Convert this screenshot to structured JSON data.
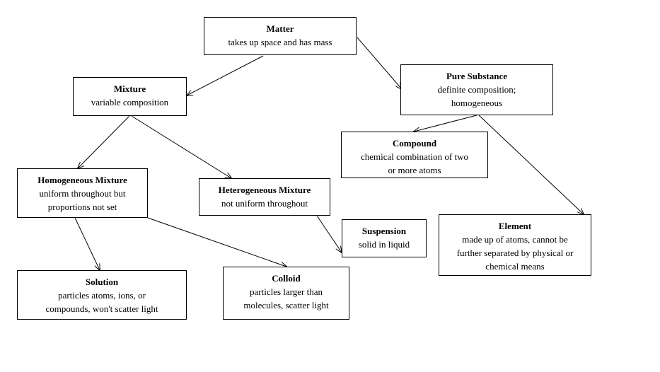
{
  "nodes": {
    "matter": {
      "title": "Matter",
      "desc": "takes up space and has mass"
    },
    "mixture": {
      "title": "Mixture",
      "desc": "variable composition"
    },
    "pure_substance": {
      "title": "Pure Substance",
      "desc_line1": "definite composition;",
      "desc_line2": "homogeneous"
    },
    "compound": {
      "title": "Compound",
      "desc_line1": "chemical combination of two",
      "desc_line2": "or more atoms"
    },
    "homogeneous_mixture": {
      "title": "Homogeneous Mixture",
      "desc_line1": "uniform throughout but",
      "desc_line2": "proportions not set"
    },
    "heterogeneous_mixture": {
      "title": "Heterogeneous Mixture",
      "desc": "not uniform throughout"
    },
    "suspension": {
      "title": "Suspension",
      "desc": "solid in liquid"
    },
    "element": {
      "title": "Element",
      "desc_line1": "made up of atoms, cannot be",
      "desc_line2": "further separated by physical or",
      "desc_line3": "chemical means"
    },
    "solution": {
      "title": "Solution",
      "desc_line1": "particles atoms, ions, or",
      "desc_line2": "compounds, won't scatter light"
    },
    "colloid": {
      "title": "Colloid",
      "desc_line1": "particles larger than",
      "desc_line2": "molecules, scatter light"
    }
  },
  "edges": [
    {
      "from": "matter",
      "to": "mixture"
    },
    {
      "from": "matter",
      "to": "pure_substance"
    },
    {
      "from": "mixture",
      "to": "homogeneous_mixture"
    },
    {
      "from": "mixture",
      "to": "heterogeneous_mixture"
    },
    {
      "from": "pure_substance",
      "to": "compound"
    },
    {
      "from": "pure_substance",
      "to": "element"
    },
    {
      "from": "homogeneous_mixture",
      "to": "solution"
    },
    {
      "from": "homogeneous_mixture",
      "to": "colloid"
    },
    {
      "from": "heterogeneous_mixture",
      "to": "suspension"
    }
  ],
  "colors": {
    "line": "#000000",
    "box_border": "#000000",
    "background": "#ffffff"
  }
}
